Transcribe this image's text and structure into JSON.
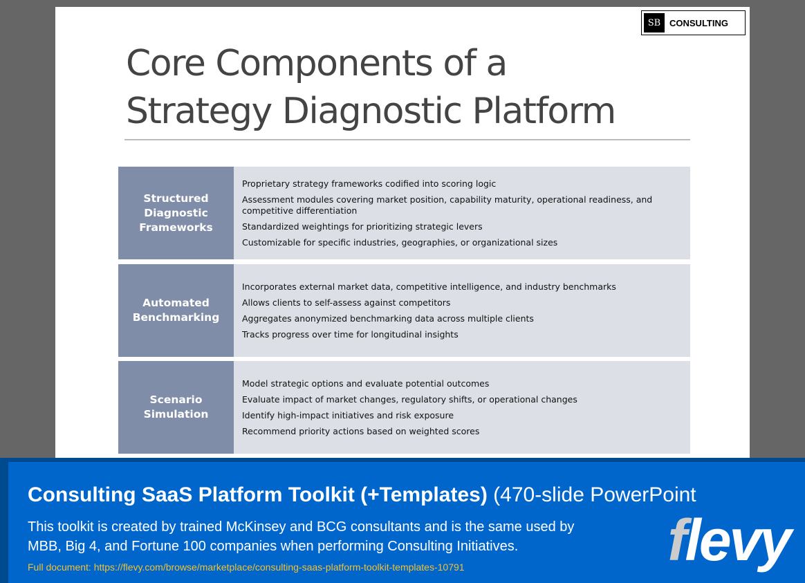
{
  "logo": {
    "mark": "SB",
    "name": "CONSULTING"
  },
  "slide": {
    "title_line1": "Core Components of a",
    "title_line2": "Strategy Diagnostic Platform",
    "rows": [
      {
        "label": "Structured Diagnostic Frameworks",
        "items": [
          "Proprietary strategy frameworks codified into scoring logic",
          "Assessment modules covering market position, capability maturity, operational readiness, and competitive differentiation",
          "Standardized weightings for prioritizing strategic levers",
          "Customizable for specific industries, geographies, or organizational sizes"
        ]
      },
      {
        "label": "Automated Benchmarking",
        "items": [
          "Incorporates external market data, competitive intelligence, and industry benchmarks",
          "Allows clients to self-assess against competitors",
          "Aggregates anonymized benchmarking data across multiple clients",
          "Tracks progress over time for longitudinal insights"
        ]
      },
      {
        "label": "Scenario Simulation",
        "items": [
          "Model strategic options and evaluate potential outcomes",
          "Evaluate impact of market changes, regulatory shifts, or operational changes",
          "Identify high-impact initiatives and risk exposure",
          "Recommend priority actions based on weighted scores"
        ]
      }
    ]
  },
  "banner": {
    "title_bold": "Consulting SaaS Platform Toolkit (+Templates)",
    "title_rest": " (470-slide PowerPoint",
    "description": "This toolkit is created by trained McKinsey and BCG consultants and is the same used by MBB, Big 4, and Fortune 100 companies when performing Consulting Initiatives.",
    "link": "Full document: https://flevy.com/browse/marketplace/consulting-saas-platform-toolkit-templates-10791",
    "brand_first": "f",
    "brand_rest": "levy"
  }
}
